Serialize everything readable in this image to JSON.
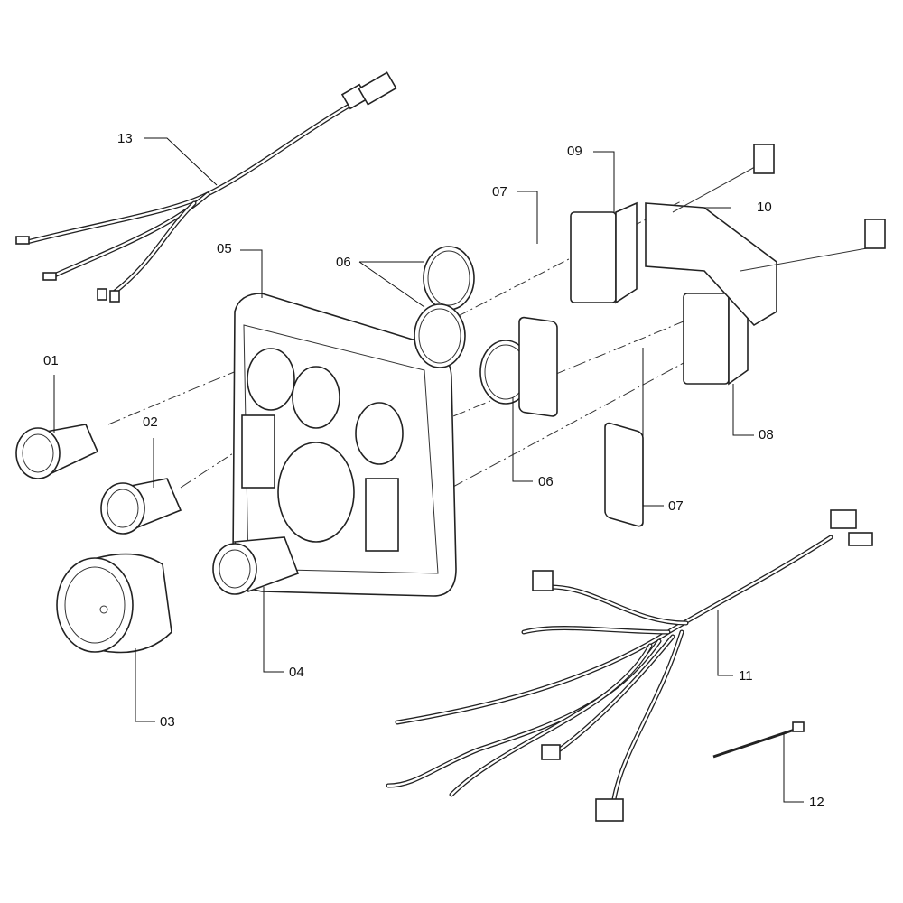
{
  "callouts": {
    "p01": "01",
    "p02": "02",
    "p03": "03",
    "p04": "04",
    "p05": "05",
    "p06a": "06",
    "p06b": "06",
    "p07a": "07",
    "p07b": "07",
    "p08": "08",
    "p09": "09",
    "p10": "10",
    "p11": "11",
    "p12": "12",
    "p13": "13"
  }
}
